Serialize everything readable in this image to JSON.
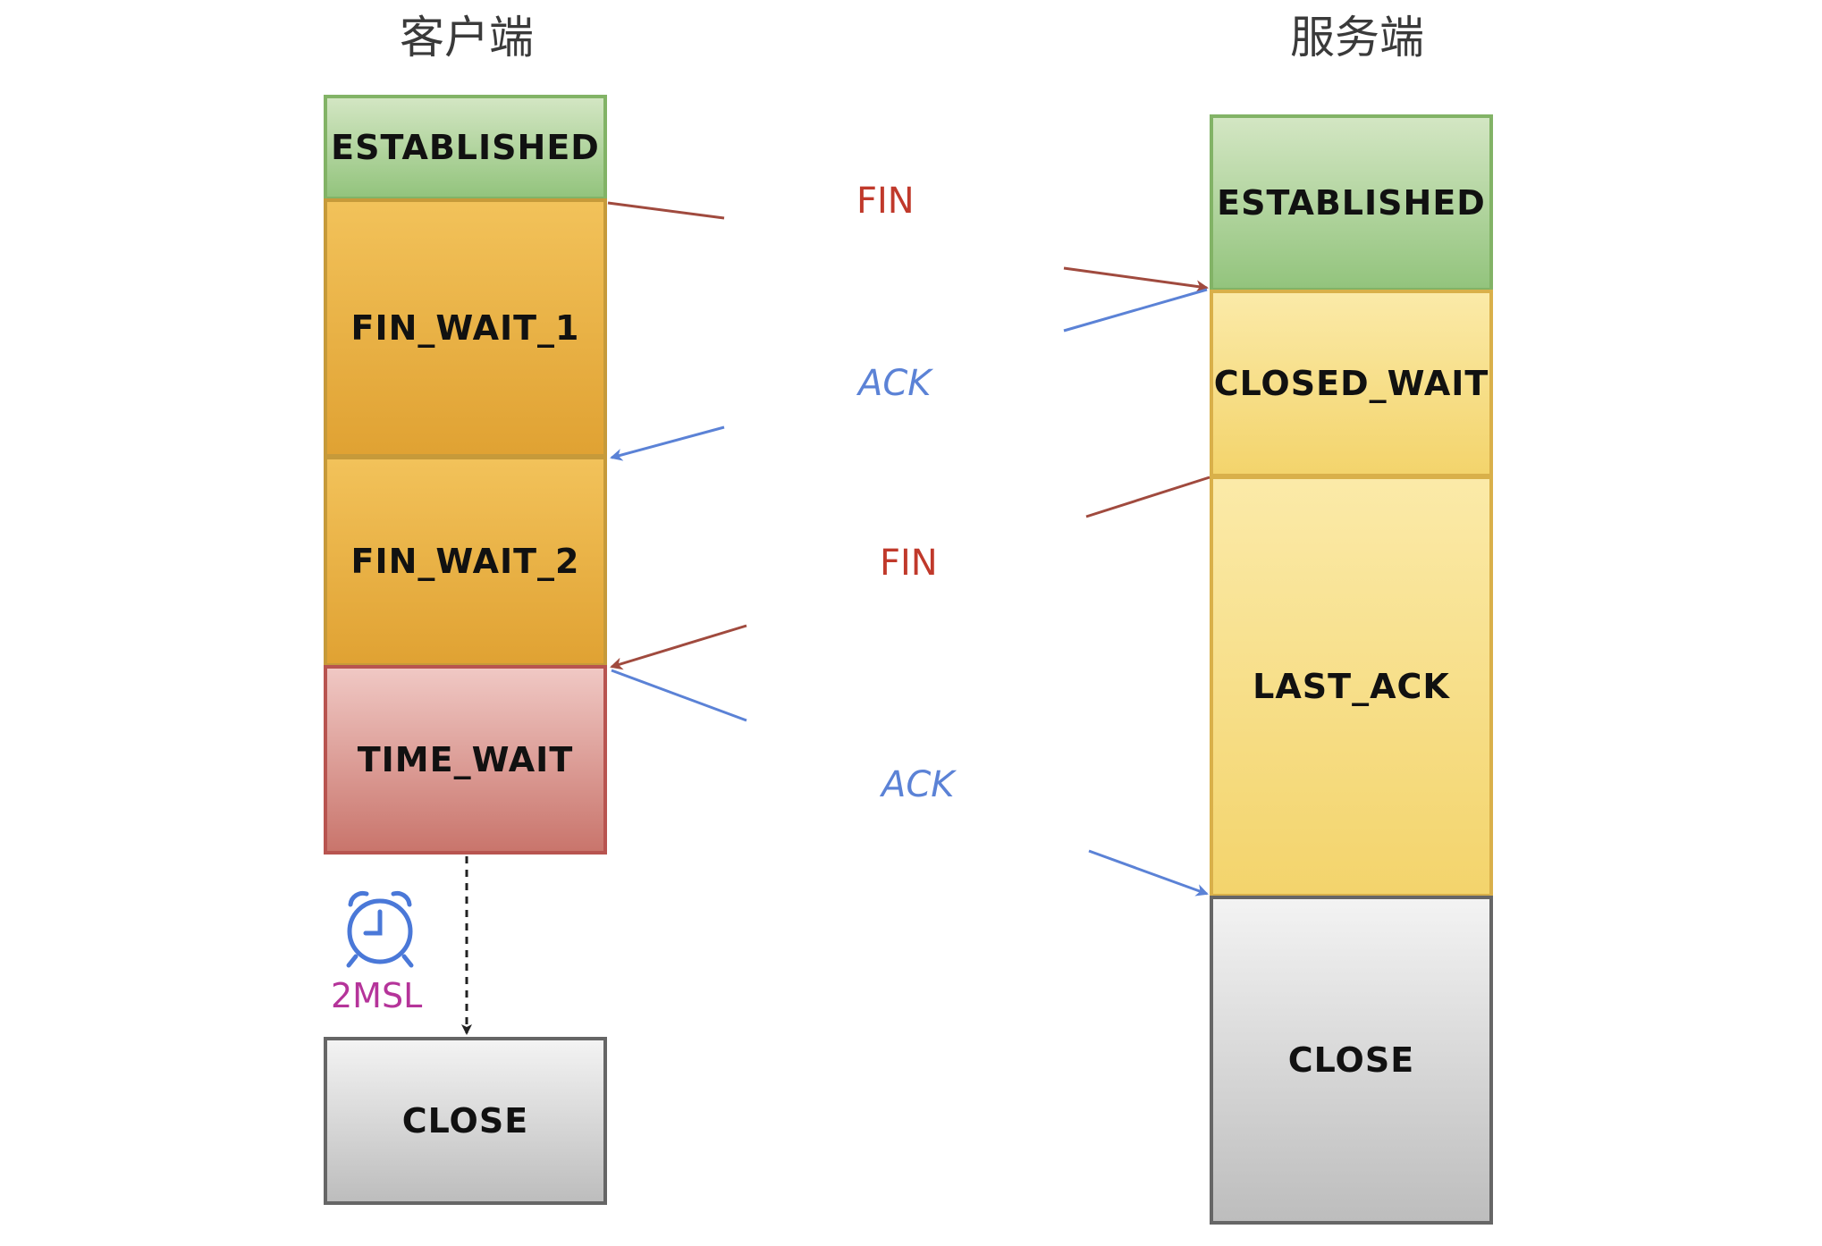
{
  "client": {
    "title": "客户端",
    "states": [
      "ESTABLISHED",
      "FIN_WAIT_1",
      "FIN_WAIT_2",
      "TIME_WAIT",
      "CLOSE"
    ],
    "timer_label": "2MSL"
  },
  "server": {
    "title": "服务端",
    "states": [
      "ESTABLISHED",
      "CLOSED_WAIT",
      "LAST_ACK",
      "CLOSE"
    ]
  },
  "messages": [
    {
      "label": "FIN",
      "color": "#c0392b"
    },
    {
      "label": "ACK",
      "color": "#5b82d6"
    },
    {
      "label": "FIN",
      "color": "#c0392b"
    },
    {
      "label": "ACK",
      "color": "#5b82d6"
    }
  ],
  "colors": {
    "established": "#93c47d",
    "fin_wait": "#e0a233",
    "time_wait": "#c9756c",
    "close": "#bdbdbd",
    "server_wait": "#f3d46c",
    "fin_arrow": "#a04a3e",
    "ack_arrow": "#5b82d6",
    "timer": "#b5349a"
  },
  "icons": {
    "timer": "alarm-clock-icon"
  }
}
